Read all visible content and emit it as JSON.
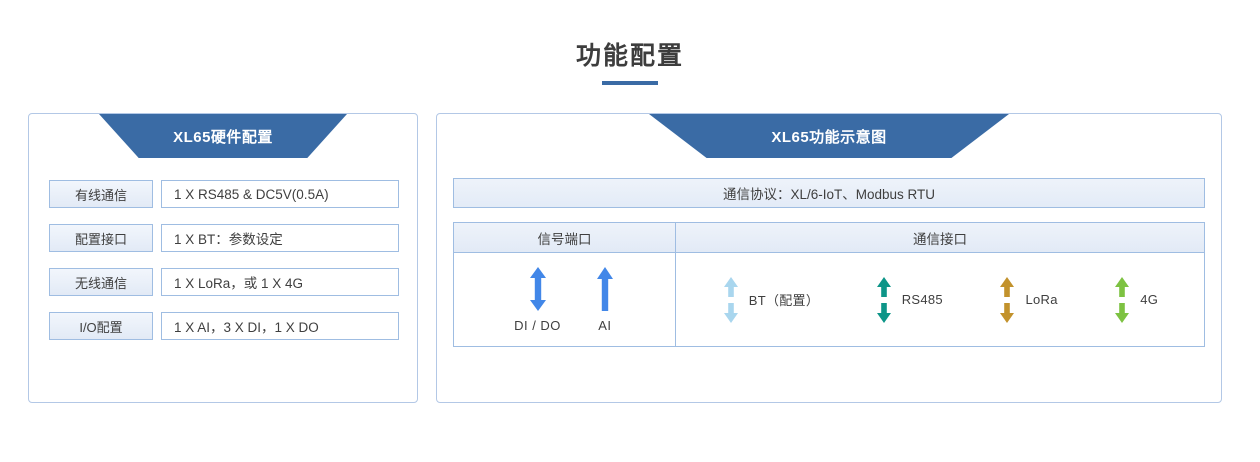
{
  "page": {
    "title": "功能配置",
    "accent_color": "#3a6ba5",
    "panel_border_color": "#b3c8e6"
  },
  "left_panel": {
    "banner_title": "XL65硬件配置",
    "rows": [
      {
        "label": "有线通信",
        "value": "1 X RS485 & DC5V(0.5A)"
      },
      {
        "label": "配置接口",
        "value": "1 X BT：参数设定"
      },
      {
        "label": "无线通信",
        "value": "1 X LoRa，或 1 X 4G"
      },
      {
        "label": "I/O配置",
        "value": "1 X AI，3 X DI，1 X DO"
      }
    ]
  },
  "right_panel": {
    "banner_title": "XL65功能示意图",
    "protocol_bar": "通信协议：XL/6-IoT、Modbus RTU",
    "table": {
      "headers": [
        "信号端口",
        "通信接口"
      ],
      "signal_ports": [
        {
          "label": "DI / DO",
          "icon": "double-arrow-up-down-icon",
          "color": "#4287e8",
          "direction": "bidirectional"
        },
        {
          "label": "AI",
          "icon": "arrow-up-icon",
          "color": "#4287e8",
          "direction": "up"
        }
      ],
      "comm_ports": [
        {
          "label": "BT（配置）",
          "icon": "double-arrow-up-down-icon",
          "color": "#a9d6ee",
          "direction": "bidirectional"
        },
        {
          "label": "RS485",
          "icon": "double-arrow-up-down-icon",
          "color": "#0d9588",
          "direction": "bidirectional"
        },
        {
          "label": "LoRa",
          "icon": "double-arrow-up-down-icon",
          "color": "#c2922c",
          "direction": "bidirectional"
        },
        {
          "label": "4G",
          "icon": "double-arrow-up-down-icon",
          "color": "#7dc242",
          "direction": "bidirectional"
        }
      ]
    }
  }
}
